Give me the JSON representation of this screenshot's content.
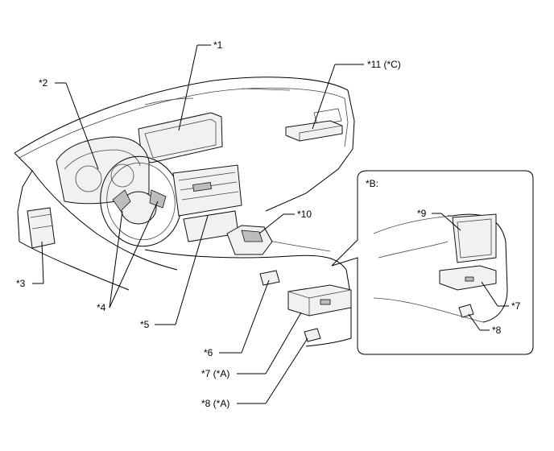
{
  "labels": {
    "l1": "*1",
    "l2": "*2",
    "l3": "*3",
    "l4": "*4",
    "l5": "*5",
    "l6": "*6",
    "l7a": "*7 (*A)",
    "l8a": "*8 (*A)",
    "l10": "*10",
    "l11c": "*11 (*C)",
    "inset_title": "*B:",
    "inset_l7": "*7",
    "inset_l8": "*8",
    "inset_l9": "*9"
  }
}
